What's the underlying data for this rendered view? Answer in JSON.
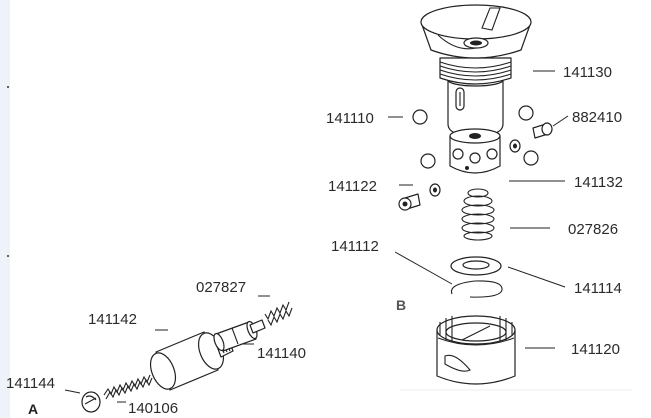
{
  "diagram": {
    "section_a": "A",
    "section_b": "B",
    "parts": {
      "p141130": "141130",
      "p141110": "141110",
      "p882410": "882410",
      "p141122": "141122",
      "p141132": "141132",
      "p027826": "027826",
      "p141112": "141112",
      "p141114": "141114",
      "p141120": "141120",
      "p027827": "027827",
      "p141142": "141142",
      "p141140": "141140",
      "p141144": "141144",
      "p140106": "140106"
    }
  }
}
